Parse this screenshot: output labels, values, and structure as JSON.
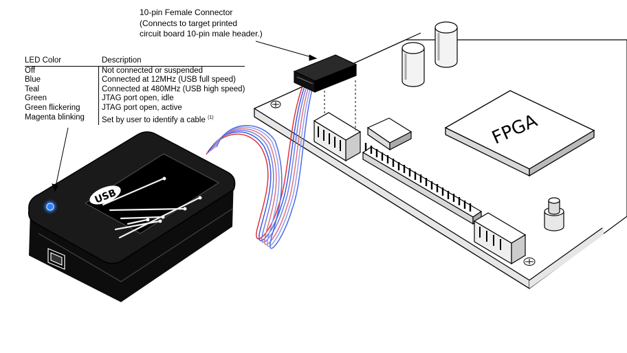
{
  "connector_note": {
    "line1": "10-pin Female Connector",
    "line2": "(Connects to target printed",
    "line3": "circuit board 10-pin male header.)"
  },
  "led_table": {
    "col_color": "LED Color",
    "col_desc": "Description",
    "rows": [
      {
        "color": "Off",
        "desc": "Not connected or suspended"
      },
      {
        "color": "Blue",
        "desc": "Connected at 12MHz (USB full speed)"
      },
      {
        "color": "Teal",
        "desc": "Connected at 480MHz (USB high speed)"
      },
      {
        "color": "Green",
        "desc": "JTAG port open, idle"
      },
      {
        "color": "Green flickering",
        "desc": "JTAG port open, active"
      },
      {
        "color": "Magenta blinking",
        "desc": "Set by user to identify a cable",
        "note": "(1)"
      }
    ]
  },
  "board": {
    "chip_label": "FPGA"
  },
  "device": {
    "badge": "USB"
  },
  "colors": {
    "led": "#2f7fff",
    "cable_red": "#e0303a",
    "cable_blue": "#3c5cd8",
    "device": "#0d0d0d"
  }
}
